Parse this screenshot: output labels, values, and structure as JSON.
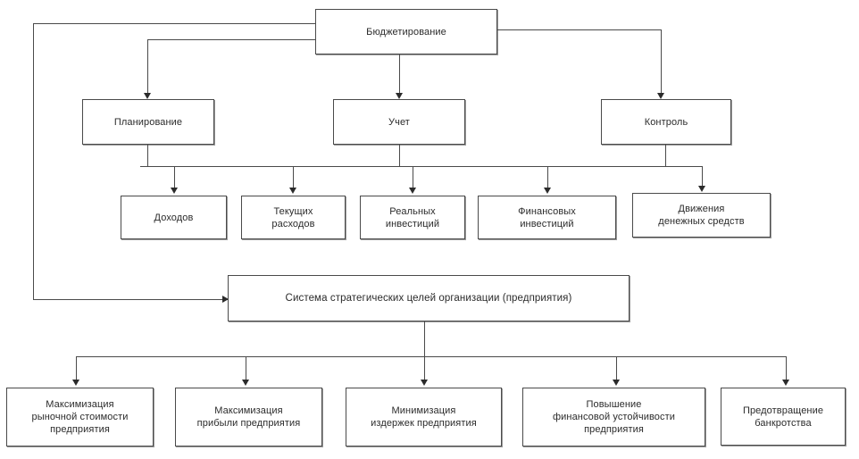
{
  "diagram": {
    "type": "hierarchy-tree",
    "title_node": {
      "label": "Бюджетирование"
    },
    "level2": [
      {
        "label": "Планирование"
      },
      {
        "label": "Учет"
      },
      {
        "label": "Контроль"
      }
    ],
    "level3": [
      {
        "label": "Доходов"
      },
      {
        "label": "Текущих\nрасходов"
      },
      {
        "label": "Реальных\nинвестиций"
      },
      {
        "label": "Финансовых\nинвестиций"
      },
      {
        "label": "Движения\nденежных средств"
      }
    ],
    "goals_node": {
      "label": "Система стратегических целей организации (предприятия)"
    },
    "goals": [
      {
        "label": "Максимизация\nрыночной стоимости\nпредприятия"
      },
      {
        "label": "Максимизация\nприбыли предприятия"
      },
      {
        "label": "Минимизация\nиздержек предприятия"
      },
      {
        "label": "Повышение\nфинансовой устойчивости\nпредприятия"
      },
      {
        "label": "Предотвращение\nбанкротства"
      }
    ],
    "colors": {
      "box_border": "#4a4a4a",
      "box_shadow": "#9a9a9a",
      "line": "#4a4a4a",
      "text": "#2b2b2b",
      "background": "#ffffff"
    }
  }
}
